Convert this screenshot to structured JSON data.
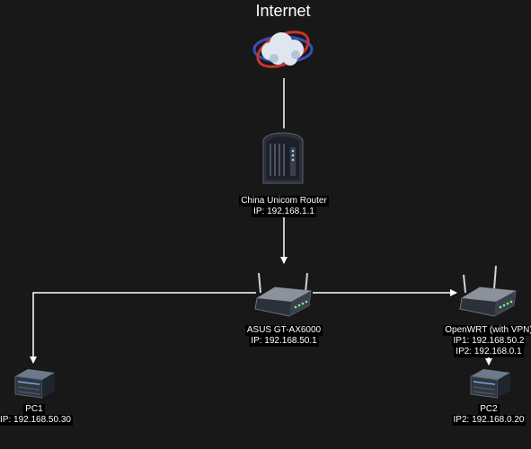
{
  "title": "Internet",
  "nodes": {
    "modem": {
      "name": "China Unicom Router",
      "ip": "IP: 192.168.1.1"
    },
    "asus": {
      "name": "ASUS GT-AX6000",
      "ip": "IP: 192.168.50.1"
    },
    "openwrt": {
      "name": "OpenWRT (with VPN)",
      "ip1": "IP1: 192.168.50.2",
      "ip2": "IP2: 192.168.0.1"
    },
    "pc1": {
      "name": "PC1",
      "ip": "IP: 192.168.50.30"
    },
    "pc2": {
      "name": "PC2",
      "ip": "IP2: 192.168.0.20"
    }
  },
  "edges": [
    {
      "from": "internet",
      "to": "modem"
    },
    {
      "from": "modem",
      "to": "asus"
    },
    {
      "from": "asus",
      "to": "pc1"
    },
    {
      "from": "asus",
      "to": "openwrt"
    },
    {
      "from": "openwrt",
      "to": "pc2"
    }
  ],
  "colors": {
    "background": "#181818",
    "line": "#ffffff",
    "label_bg": "#000000"
  }
}
